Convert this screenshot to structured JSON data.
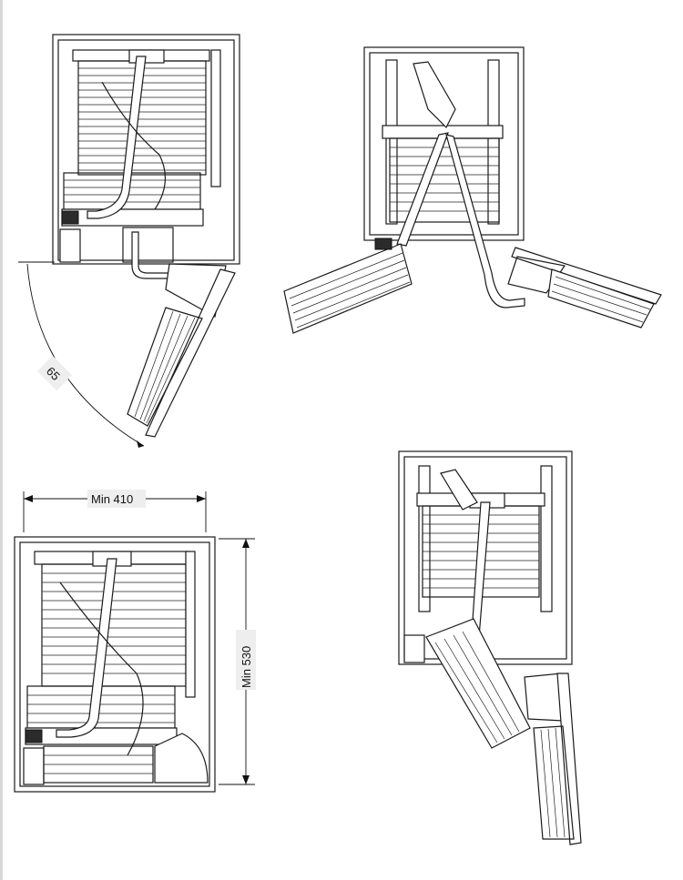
{
  "figure": {
    "views": [
      {
        "id": "view-closed-swing",
        "angle_label": "65"
      },
      {
        "id": "view-pulled-out"
      },
      {
        "id": "view-dimensions",
        "width_label": "Min 410",
        "height_label": "Min 530"
      },
      {
        "id": "view-swinging"
      }
    ]
  }
}
